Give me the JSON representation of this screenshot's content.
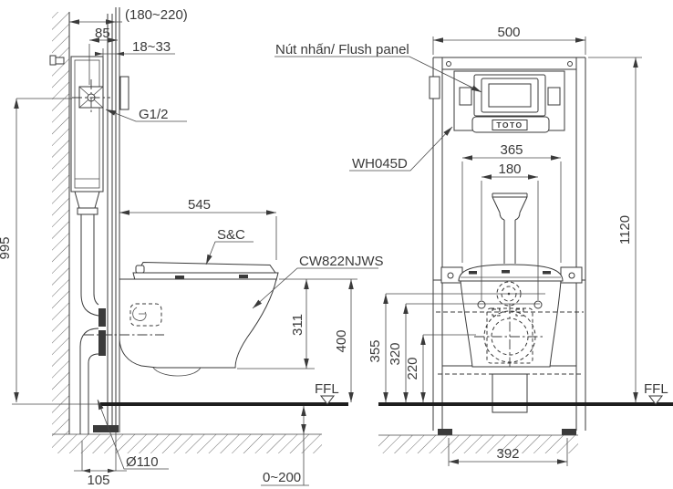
{
  "drawing": {
    "side_view": {
      "dim_wall_to_panel": "(180~220)",
      "dim_inlet_offset": "85",
      "dim_finish_thickness": "18~33",
      "label_inlet_thread": "G1/2",
      "dim_inlet_height": "995",
      "dim_seat_depth": "545",
      "label_seat": "S&C",
      "label_bowl_model": "CW822NJWS",
      "dim_rim_to_trap": "311",
      "dim_rim_height": "400",
      "label_floor_level": "FFL",
      "label_drain_diameter": "Ø110",
      "dim_drain_offset": "105",
      "dim_floor_buildup": "0~200"
    },
    "front_view": {
      "label_flush_panel": "Nút nhấn/ Flush panel",
      "dim_frame_width": "500",
      "label_frame_model": "WH045D",
      "label_brand": "TOTO",
      "dim_frame_height": "1120",
      "dim_seat_width": "365",
      "dim_hinge_spacing": "180",
      "dim_inlet_height": "355",
      "dim_bolt_height": "320",
      "dim_trap_height": "220",
      "dim_feet_spacing": "392",
      "label_floor_level": "FFL"
    }
  }
}
